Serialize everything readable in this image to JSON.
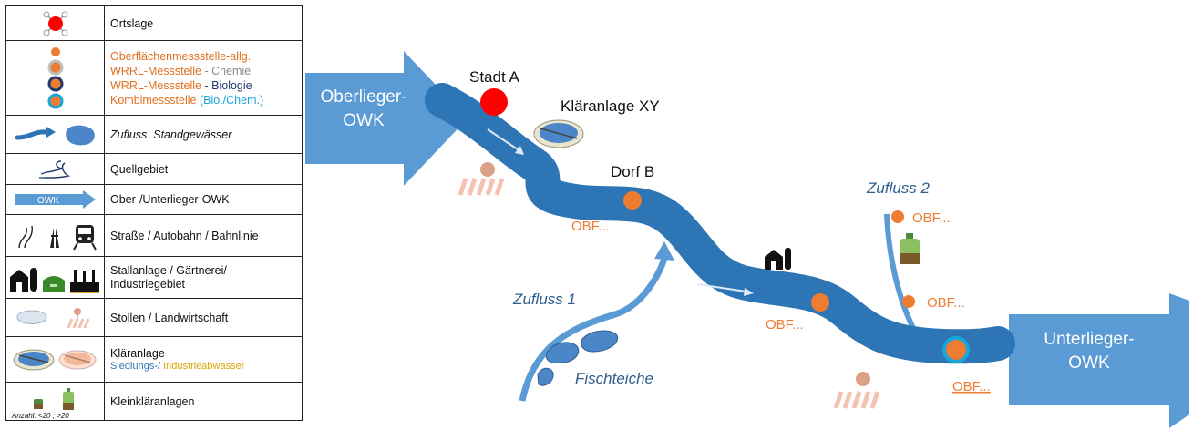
{
  "legend": {
    "ortslage": "Ortslage",
    "obf_allg": "Oberflächenmessstelle-allg.",
    "wrrl_a": "WRRL-Messstelle",
    "wrrl_chem": " - Chemie",
    "wrrl_b": "WRRL-Messstelle",
    "wrrl_bio": " - Biologie",
    "kombi_a": "Kombimessstelle",
    "kombi_b": " (Bio./Chem.)",
    "zufluss": "Zufluss",
    "standgewaesser": "Standgewässer",
    "quellgebiet": "Quellgebiet",
    "owk_badge": "OWK",
    "owk_text": "Ober-/Unterlieger-OWK",
    "strasse": "Straße / Autobahn / Bahnlinie",
    "stall": "Stallanlage / Gärtnerei/ Industriegebiet",
    "stollen": "Stollen  / Landwirtschaft",
    "klaer_title": "Kläranlage",
    "klaer_a": "Siedlungs-/",
    "klaer_b": " Industrieabwasser",
    "klein": "Kleinkläranlagen",
    "anzahl": "Anzahl: <20    ; >20"
  },
  "map": {
    "oberlieger_1": "Oberlieger-",
    "oberlieger_2": "OWK",
    "unterlieger_1": "Unterlieger-",
    "unterlieger_2": "OWK",
    "stadt": "Stadt A",
    "klaeranlage": "Kläranlage XY",
    "dorf": "Dorf B",
    "zufluss1": "Zufluss 1",
    "zufluss2": "Zufluss 2",
    "fischteiche": "Fischteiche",
    "obf1": "OBF...",
    "obf2": "OBF...",
    "obf3": "OBF...",
    "obf4": "OBF...",
    "obf5": "OBF..."
  },
  "colors": {
    "river": "#2e75b6",
    "arrow": "#5b9bd5",
    "orange": "#ed7d31",
    "red": "#ff0000",
    "cyan": "#1aa6dc"
  }
}
